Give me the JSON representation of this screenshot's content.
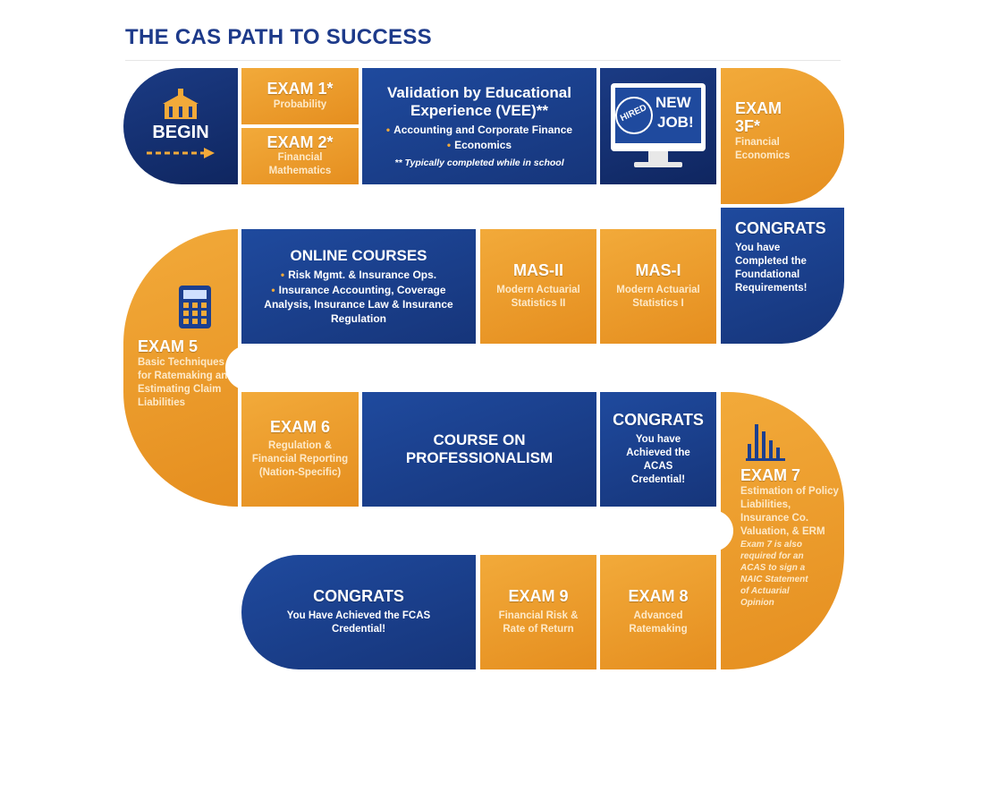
{
  "title": "THE CAS PATH TO SUCCESS",
  "begin": {
    "label": "BEGIN"
  },
  "exam1": {
    "title": "EXAM 1*",
    "sub": "Probability"
  },
  "exam2": {
    "title": "EXAM 2*",
    "sub": "Financial Mathematics"
  },
  "vee": {
    "title": "Validation by Educational Experience (VEE)**",
    "items": [
      "Accounting and Corporate Finance",
      "Economics"
    ],
    "note": "** Typically completed while in school"
  },
  "newjob": {
    "stamp": "HIRED",
    "line1": "NEW",
    "line2": "JOB!"
  },
  "exam3f": {
    "title1": "EXAM",
    "title2": "3F*",
    "sub": "Financial Economics"
  },
  "congrats1": {
    "title": "CONGRATS",
    "text": "You have Completed the Foundational Requirements!"
  },
  "mas1": {
    "title": "MAS-I",
    "sub": "Modern Actuarial Statistics I"
  },
  "mas2": {
    "title": "MAS-II",
    "sub": "Modern Actuarial Statistics II"
  },
  "online": {
    "title": "ONLINE COURSES",
    "items": [
      "Risk Mgmt. & Insurance Ops.",
      "Insurance Accounting, Coverage Analysis, Insurance Law & Insurance Regulation"
    ]
  },
  "exam5": {
    "title": "EXAM 5",
    "sub": "Basic Techniques for Ratemaking and Estimating Claim Liabilities"
  },
  "exam6": {
    "title": "EXAM 6",
    "sub": "Regulation & Financial Reporting (Nation-Specific)"
  },
  "professionalism": {
    "title": "COURSE ON PROFESSIONALISM"
  },
  "congrats2": {
    "title": "CONGRATS",
    "text": "You have Achieved the ACAS Credential!"
  },
  "exam7": {
    "title": "EXAM 7",
    "sub": "Estimation of Policy Liabilities, Insurance Co. Valuation, & ERM",
    "note": "Exam 7 is also required for an ACAS to sign a NAIC Statement of Actuarial Opinion"
  },
  "exam8": {
    "title": "EXAM 8",
    "sub": "Advanced Ratemaking"
  },
  "exam9": {
    "title": "EXAM 9",
    "sub": "Financial Risk & Rate of Return"
  },
  "congrats3": {
    "title": "CONGRATS",
    "text": "You Have Achieved the FCAS Credential!"
  },
  "colors": {
    "orange": "#ee9d2c",
    "blue": "#1c3f8f",
    "title": "#1d3a8a"
  },
  "icons": [
    "building-icon",
    "arrow-icon",
    "computer-monitor-icon",
    "calculator-icon",
    "bar-chart-icon"
  ]
}
